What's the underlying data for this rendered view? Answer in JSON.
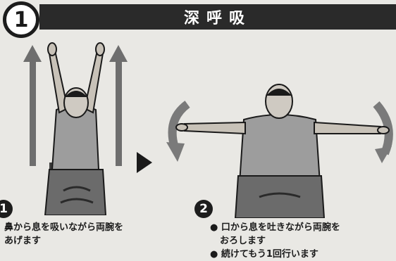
{
  "header": {
    "step_number": "1",
    "title": "深呼吸"
  },
  "left_panel": {
    "badge": "1",
    "caption_line1": "鼻から息を吸いながら両腕を",
    "caption_line2": "あげます"
  },
  "right_panel": {
    "badge": "2",
    "bullet1_line1": "● 口から息を吐きながら両腕を",
    "bullet1_line2": "おろします",
    "bullet2": "● 続けてもう1回行います"
  },
  "colors": {
    "banner": "#2a2a2a",
    "background": "#e9e8e4",
    "arrow": "#6e6e6e",
    "figure_fill": "#9d9d9d",
    "figure_line": "#1a1a1a"
  },
  "icons": [
    "up-arrow-icon",
    "play-triangle-icon",
    "circular-arrow-icon"
  ]
}
